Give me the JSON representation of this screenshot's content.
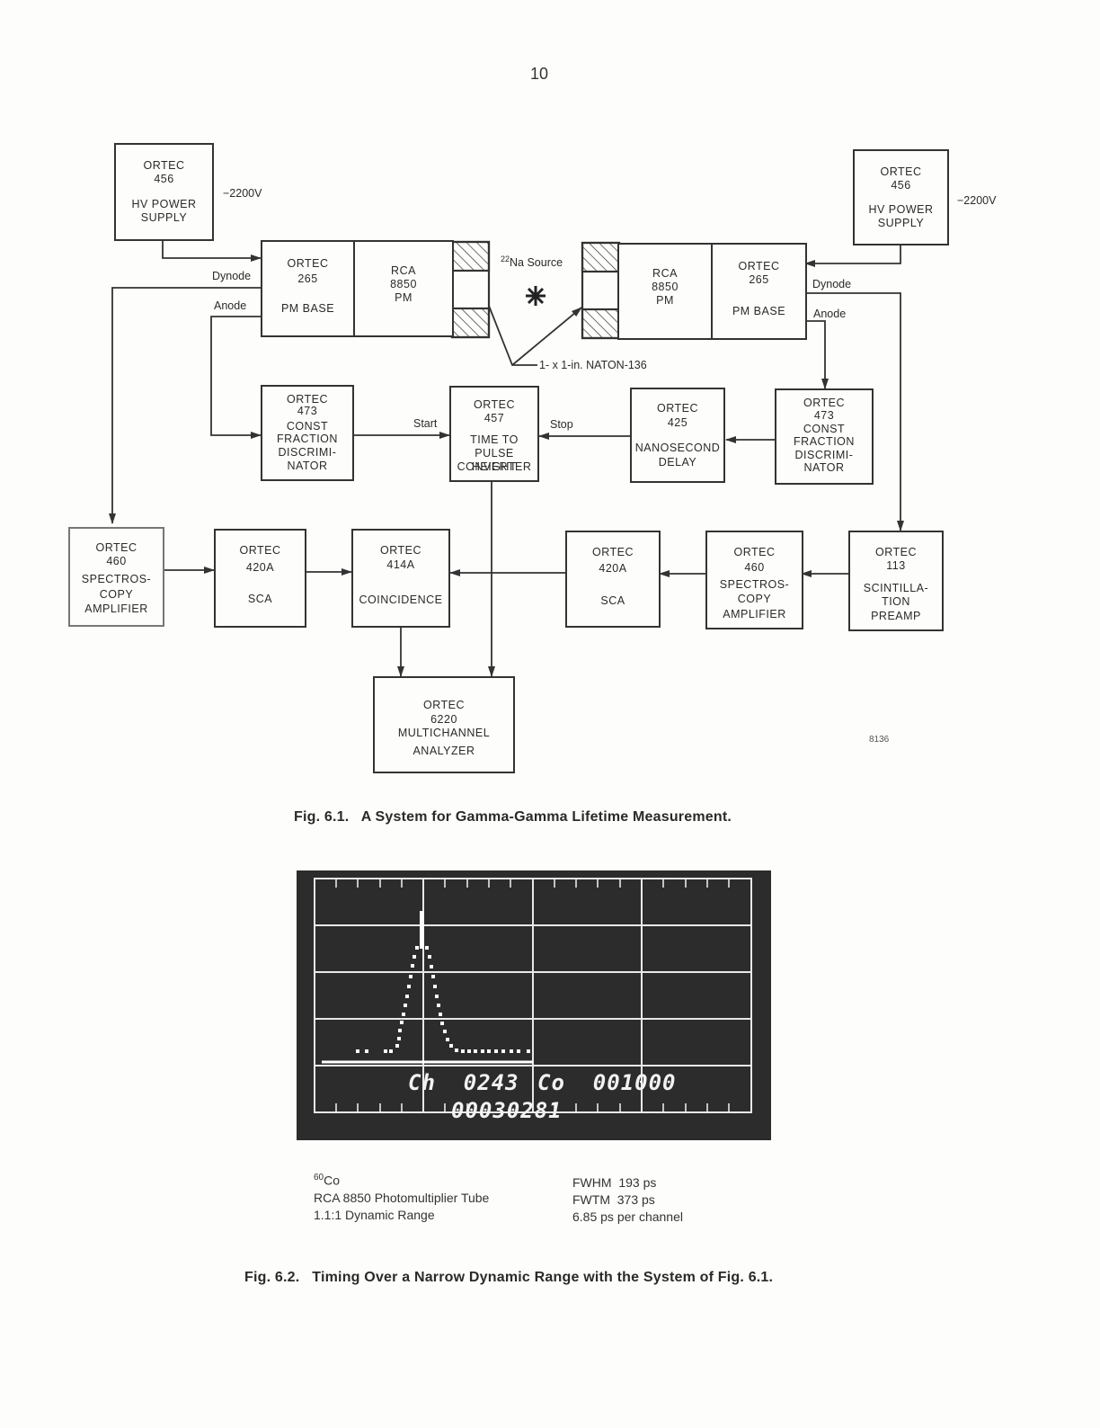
{
  "page_number": "10",
  "figure1": {
    "blocks": {
      "hv_left": [
        "ORTEC",
        "456",
        "",
        "HV POWER",
        "SUPPLY"
      ],
      "hv_right": [
        "ORTEC",
        "456",
        "",
        "HV POWER",
        "SUPPLY"
      ],
      "base_left": [
        "ORTEC",
        "265",
        "",
        "PM BASE"
      ],
      "pm_left": [
        "RCA",
        "8850",
        "PM"
      ],
      "pm_right": [
        "RCA",
        "8850",
        "PM"
      ],
      "base_right": [
        "ORTEC",
        "265",
        "",
        "PM BASE"
      ],
      "cfd_left": [
        "ORTEC",
        "473",
        "CONST",
        "FRACTION",
        "DISCRIMI-",
        "NATOR"
      ],
      "tac": [
        "ORTEC",
        "457",
        "",
        "TIME TO",
        "PULSE HEIGHT",
        "CONVERTER"
      ],
      "delay": [
        "ORTEC",
        "425",
        "",
        "NANOSECOND",
        "DELAY"
      ],
      "cfd_right": [
        "ORTEC",
        "473",
        "CONST",
        "FRACTION",
        "DISCRIMI-",
        "NATOR"
      ],
      "amp_left": [
        "ORTEC",
        "460",
        "SPECTROS-",
        "COPY",
        "AMPLIFIER"
      ],
      "sca_left": [
        "ORTEC",
        "420A",
        "",
        "SCA"
      ],
      "coincidence": [
        "ORTEC",
        "414A",
        "",
        "COINCIDENCE"
      ],
      "sca_right": [
        "ORTEC",
        "420A",
        "",
        "SCA"
      ],
      "amp_right": [
        "ORTEC",
        "460",
        "SPECTROS-",
        "COPY",
        "AMPLIFIER"
      ],
      "preamp": [
        "ORTEC",
        "113",
        "",
        "SCINTILLA-",
        "TION",
        "PREAMP"
      ],
      "mca": [
        "ORTEC",
        "6220",
        "MULTICHANNEL",
        "ANALYZER"
      ]
    },
    "labels": {
      "hv_left_voltage": "−2200V",
      "hv_right_voltage": "−2200V",
      "dynode_left": "Dynode",
      "anode_left": "Anode",
      "dynode_right": "Dynode",
      "anode_right": "Anode",
      "source_mass": "22",
      "source_name": "Na Source",
      "scintillator": "1- x 1-in. NATON-136",
      "start": "Start",
      "stop": "Stop",
      "drawing_number": "8136"
    },
    "caption": "Fig. 6.1.   A System for Gamma-Gamma Lifetime Measurement."
  },
  "figure2": {
    "scope_readout": {
      "channel": "Ch  0243",
      "counts": "Co  001000",
      "total": "00030281"
    },
    "notes_left": {
      "isotope_mass": "60",
      "isotope": "Co",
      "tube": "RCA 8850 Photomultiplier Tube",
      "range": "1.1:1 Dynamic Range"
    },
    "notes_right": {
      "fwhm": "FWHM  193 ps",
      "fwtm": "FWTM  373 ps",
      "per_channel": "6.85 ps per channel"
    },
    "caption": "Fig. 6.2.   Timing Over a Narrow Dynamic Range with the System of Fig. 6.1."
  }
}
